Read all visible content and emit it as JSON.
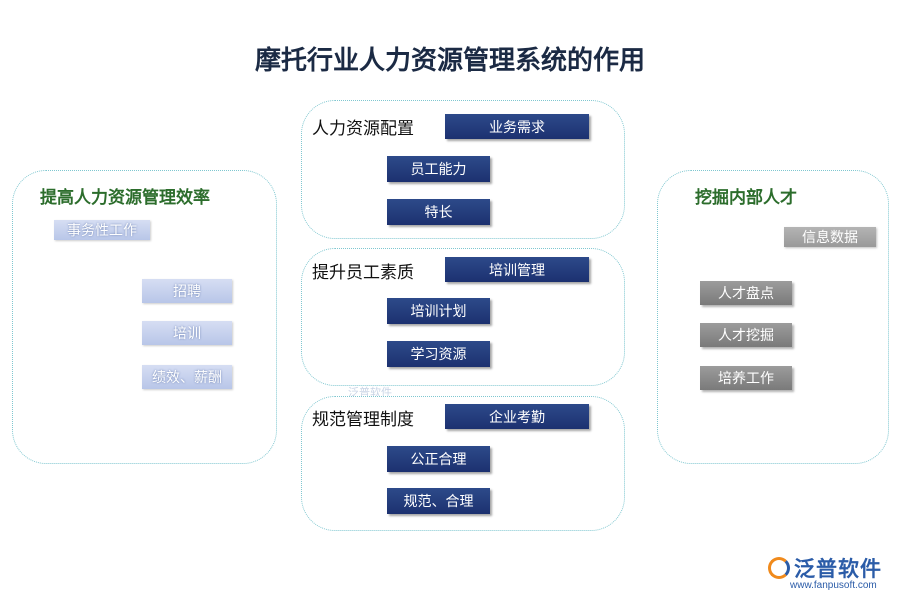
{
  "title": "摩托行业人力资源管理系统的作用",
  "left_panel": {
    "title": "提高人力资源管理效率",
    "root": "事务性工作",
    "items": [
      "招聘",
      "培训",
      "绩效、薪酬"
    ]
  },
  "center_panels": [
    {
      "title": "人力资源配置",
      "head": "业务需求",
      "items": [
        "员工能力",
        "特长"
      ]
    },
    {
      "title": "提升员工素质",
      "head": "培训管理",
      "items": [
        "培训计划",
        "学习资源"
      ]
    },
    {
      "title": "规范管理制度",
      "head": "企业考勤",
      "items": [
        "公正合理",
        "规范、合理"
      ]
    }
  ],
  "right_panel": {
    "title": "挖掘内部人才",
    "root": "信息数据",
    "items": [
      "人才盘点",
      "人才挖掘",
      "培养工作"
    ]
  },
  "watermark": "泛普软件",
  "logo": {
    "text": "泛普软件",
    "url": "www.fanpusoft.com"
  },
  "colors": {
    "navy": "#1c3170",
    "panel_border": "#7fc7d0",
    "green_title": "#2c6d2c"
  }
}
